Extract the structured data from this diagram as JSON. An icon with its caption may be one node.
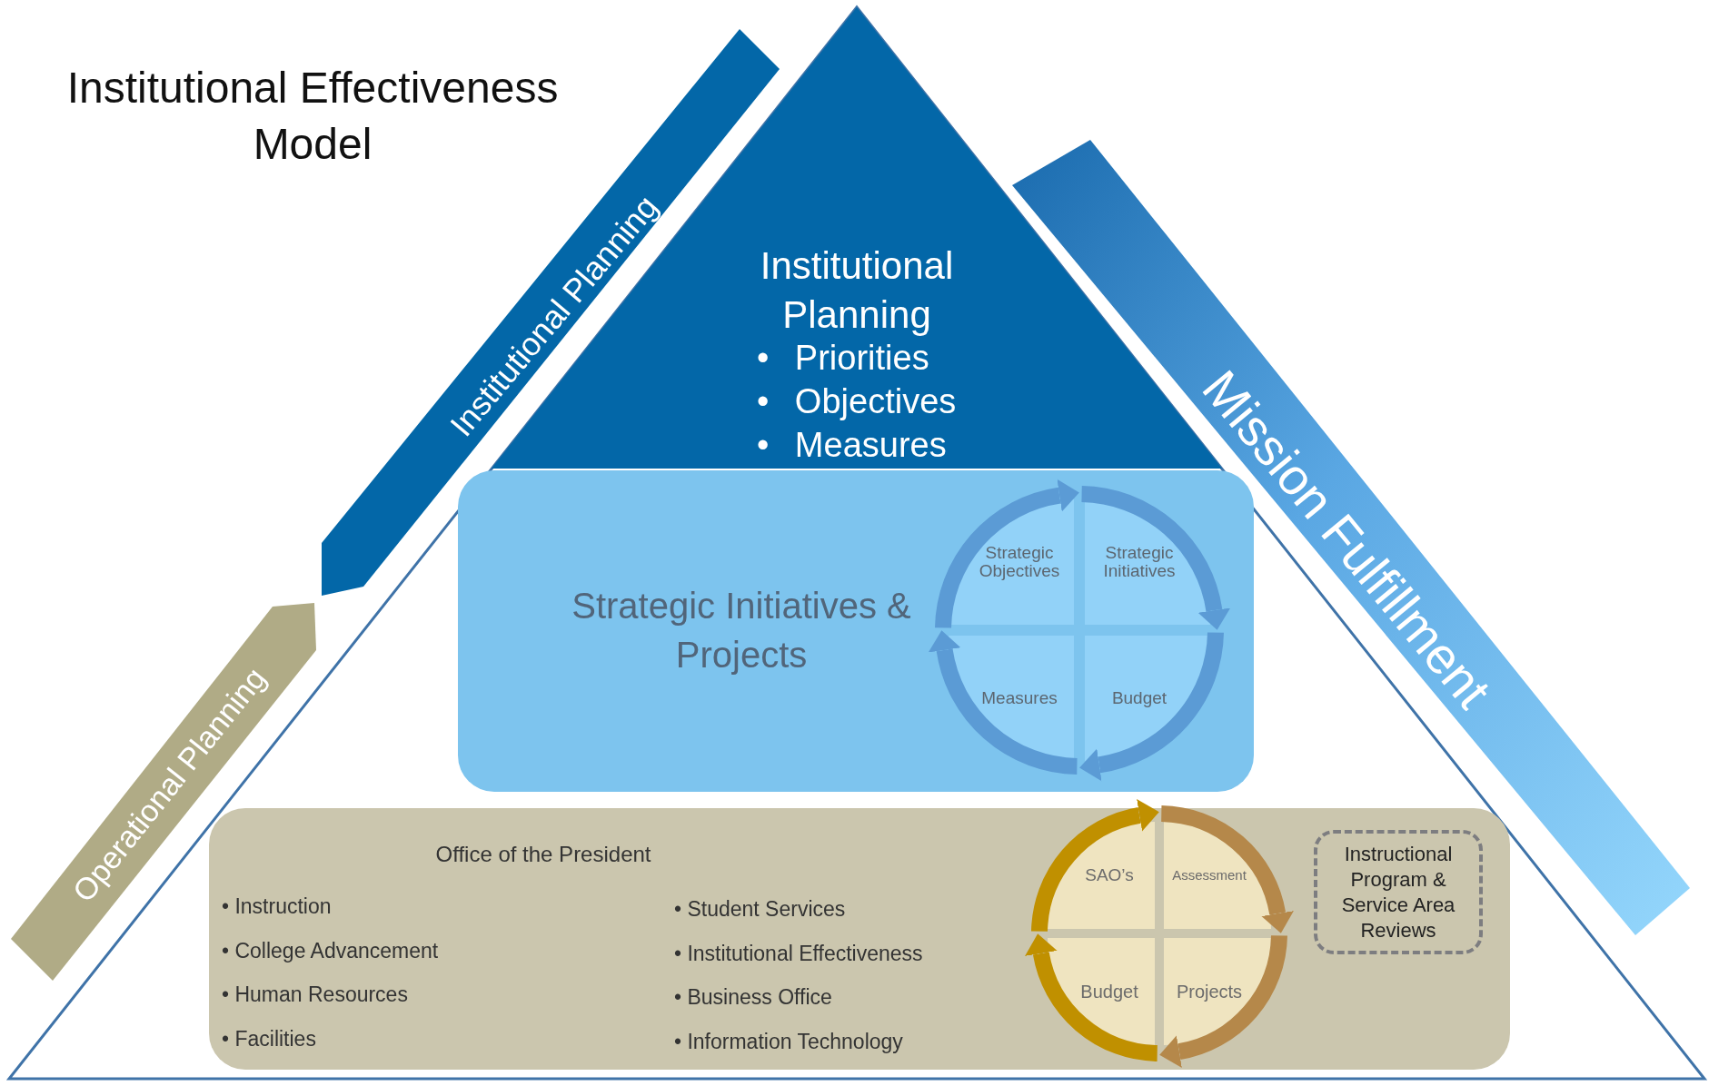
{
  "diagram": {
    "title": "Institutional Effectiveness Model",
    "nodes": [
      {
        "text": [
          "Institutional Planning",
          "• Priorities",
          "• Objectives",
          "• Measures"
        ]
      },
      {
        "text": [
          "Strategic Initiatives & Projects"
        ]
      },
      {
        "text": [
          "Strategic Objectives"
        ],
        "in": 1
      },
      {
        "text": [
          "Strategic Initiatives"
        ],
        "in": 1
      },
      {
        "text": [
          "Measures"
        ],
        "in": 1
      },
      {
        "text": [
          "Budget"
        ],
        "in": 1
      },
      {
        "text": [
          "Office of the President",
          "• Instruction",
          "• College Advancement",
          "• Human Resources",
          "• Facilities",
          "• Student Services",
          "• Institutional Effectiveness",
          "• Business Office",
          "• Information Technology"
        ]
      },
      {
        "text": [
          "SAO’s"
        ],
        "in": 6
      },
      {
        "text": [
          "Assessment"
        ],
        "in": 6
      },
      {
        "text": [
          "Budget"
        ],
        "in": 6
      },
      {
        "text": [
          "Projects"
        ],
        "in": 6
      },
      {
        "text": [
          "Instructional Program & Service Area Reviews"
        ],
        "in": 6
      },
      {
        "text": [
          "Institutional Planning"
        ]
      },
      {
        "text": [
          "Operational Planning"
        ]
      },
      {
        "text": [
          "Mission Fulfillment"
        ]
      }
    ],
    "edges": [
      {
        "from": 2,
        "to": 3,
        "arrow": "to"
      },
      {
        "from": 3,
        "to": 5,
        "arrow": "to"
      },
      {
        "from": 5,
        "to": 4,
        "arrow": "to"
      },
      {
        "from": 4,
        "to": 2,
        "arrow": "to"
      },
      {
        "from": 7,
        "to": 8,
        "arrow": "to",
        "color": "#c09000"
      },
      {
        "from": 8,
        "to": 10,
        "arrow": "to",
        "color": "#b5884a"
      },
      {
        "from": 10,
        "to": 9,
        "arrow": "to",
        "color": "#b5884a"
      },
      {
        "from": 9,
        "to": 7,
        "arrow": "to",
        "color": "#c09000"
      }
    ]
  }
}
